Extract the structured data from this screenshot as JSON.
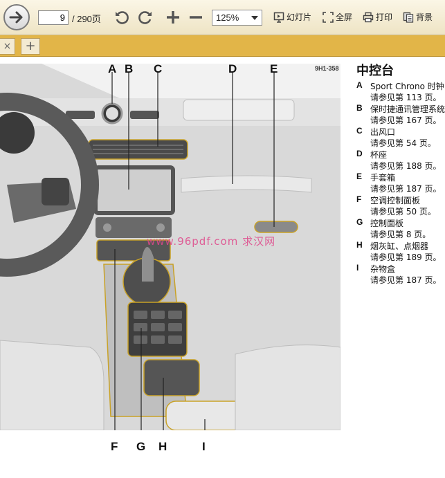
{
  "toolbar": {
    "page_current": "9",
    "page_total": "/ 290页",
    "zoom": "125%",
    "slideshow_label": "幻灯片",
    "fullscreen_label": "全屏",
    "print_label": "打印",
    "background_label": "背景"
  },
  "tabs": {
    "close_glyph": "×",
    "add_glyph": "+"
  },
  "figure": {
    "code": "9H1-358",
    "watermark": "www.96pdf.com 求汉网",
    "top_labels": [
      "A",
      "B",
      "C",
      "D",
      "E"
    ],
    "bottom_labels": [
      "F",
      "G",
      "H",
      "I"
    ]
  },
  "legend": {
    "title": "中控台",
    "items": [
      {
        "key": "A",
        "name": "Sport Chrono 时钟",
        "ref": "请参见第 113 页。"
      },
      {
        "key": "B",
        "name": "保时捷通讯管理系统",
        "ref": "请参见第 167 页。"
      },
      {
        "key": "C",
        "name": "出风口",
        "ref": "请参见第 54 页。"
      },
      {
        "key": "D",
        "name": "杯座",
        "ref": "请参见第 188 页。"
      },
      {
        "key": "E",
        "name": "手套箱",
        "ref": "请参见第 187 页。"
      },
      {
        "key": "F",
        "name": "空调控制面板",
        "ref": "请参见第 50 页。"
      },
      {
        "key": "G",
        "name": "控制面板",
        "ref": "请参见第 8 页。"
      },
      {
        "key": "H",
        "name": "烟灰缸、点烟器",
        "ref": "请参见第 189 页。"
      },
      {
        "key": "I",
        "name": "杂物盒",
        "ref": "请参见第 187 页。"
      }
    ]
  },
  "colors": {
    "toolbar_bg": "#f4ecd2",
    "tabbar_bg": "#e2b548",
    "accent_outline": "#c9a227",
    "watermark": "#e0478a"
  }
}
